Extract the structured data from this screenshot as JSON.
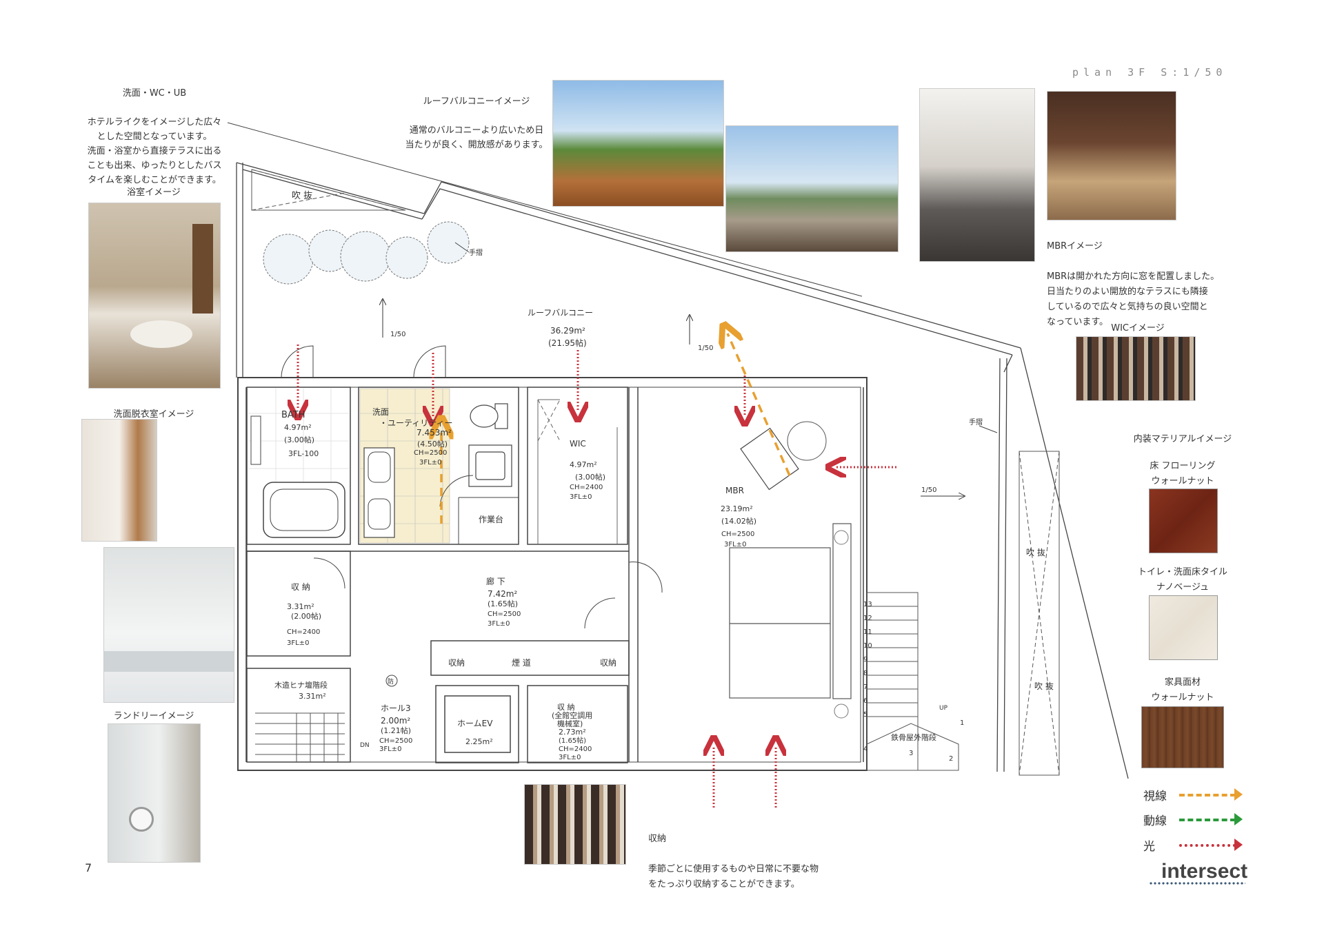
{
  "header": {
    "plan_title": "plan 3F  S:1/50",
    "page_number": "7",
    "brand": "intersect"
  },
  "notes": {
    "bath_note": {
      "heading": "洗面・WC・UB",
      "body": "ホテルライクをイメージした広々\nとした空間となっています。\n洗面・浴室から直接テラスに出る\nことも出来、ゆったりとしたバス\nタイムを楽しむことができます。"
    },
    "roof_note": {
      "heading": "ルーフバルコニーイメージ",
      "body": "通常のバルコニーより広いため日\n当たりが良く、開放感があります。"
    },
    "mbr_note": {
      "heading": "MBRイメージ",
      "body": "MBRは開かれた方向に窓を配置しました。\n日当たりのよい開放的なテラスにも隣接\nしているので広々と気持ちの良い空間と\nなっています。"
    },
    "storage_note": {
      "heading": "収納",
      "body": "季節ごとに使用するものや日常に不要な物\nをたっぷり収納することができます。"
    }
  },
  "captions": {
    "bathroom": "浴室イメージ",
    "dressing": "洗面脱衣室イメージ",
    "laundry": "ランドリーイメージ",
    "wic": "WICイメージ",
    "materials_title": "内装マテリアルイメージ"
  },
  "materials": [
    {
      "line1": "床 フローリング",
      "line2": "ウォールナット",
      "color": "#7a2a18"
    },
    {
      "line1": "トイレ・洗面床タイル",
      "line2": "ナノベージュ",
      "color": "#ece6da"
    },
    {
      "line1": "家具面材",
      "line2": "ウォールナット",
      "color": "#6b3d22"
    }
  ],
  "legend": [
    {
      "label": "視線",
      "color": "#e8a030",
      "style": "dashed"
    },
    {
      "label": "動線",
      "color": "#2a9a3a",
      "style": "dashed"
    },
    {
      "label": "光",
      "color": "#c8323c",
      "style": "dotted"
    }
  ],
  "rooms": {
    "fukinuke_top": "吹 抜",
    "handrail_top": "手摺",
    "roof_balcony": {
      "name": "ルーフバルコニー",
      "area": "36.29m²",
      "tatami": "(21.95帖)"
    },
    "slope_left": "1/50",
    "slope_mid": "1/50",
    "slope_right": "1/50",
    "handrail_right": "手摺",
    "bath": {
      "name": "BATH",
      "area": "4.97m²",
      "tatami": "(3.00帖)",
      "level": "3FL-100"
    },
    "washroom": {
      "name": "洗面",
      "name2": "・ユーティリティー",
      "area": "7.453m²",
      "tatami": "(4.50帖)",
      "ch": "CH=2500",
      "level": "3FL±0"
    },
    "worktable": "作業台",
    "wic": {
      "name": "WIC",
      "area": "4.97m²",
      "tatami": "(3.00帖)",
      "ch": "CH=2400",
      "level": "3FL±0"
    },
    "mbr": {
      "name": "MBR",
      "area": "23.19m²",
      "tatami": "(14.02帖)",
      "ch": "CH=2500",
      "level": "3FL±0"
    },
    "storage_left": {
      "name": "収 納",
      "area": "3.31m²",
      "tatami": "(2.00帖)",
      "ch": "CH=2400",
      "level": "3FL±0"
    },
    "corridor": {
      "name": "廊 下",
      "area": "7.42m²",
      "tatami": "(1.65帖)",
      "ch": "CH=2500",
      "level": "3FL±0"
    },
    "storage_a": "収納",
    "flue": "煙 道",
    "storage_b": "収納",
    "stair_wood": {
      "name": "木造ヒナ壇階段",
      "area": "3.31m²"
    },
    "fire_mark": "防",
    "hall3": {
      "name": "ホール3",
      "area": "2.00m²",
      "tatami": "(1.21帖)",
      "ch": "CH=2500",
      "level": "3FL±0"
    },
    "dn": "DN",
    "home_ev": {
      "name": "ホームEV",
      "area": "2.25m²"
    },
    "machine_room": {
      "name": "収 納",
      "name2": "(全館空調用",
      "name3": "機械室)",
      "area": "2.73m²",
      "tatami": "(1.65帖)",
      "ch": "CH=2400",
      "level": "3FL±0"
    },
    "fukinuke_right1": "吹 抜",
    "fukinuke_right2": "吹 抜",
    "steel_stair": "鉄骨屋外階段",
    "up": "UP",
    "stair_numbers": [
      "13",
      "12",
      "11",
      "10",
      "9",
      "8",
      "7",
      "6",
      "5",
      "4",
      "3",
      "2",
      "1"
    ]
  }
}
